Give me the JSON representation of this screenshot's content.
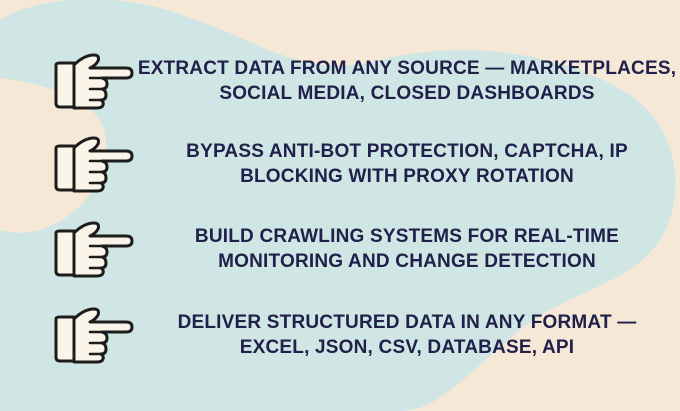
{
  "colors": {
    "background": "#f6e8d6",
    "blob": "#cfe6e4",
    "text": "#20204a",
    "hand_fill": "#fbf4e8",
    "hand_outline": "#1c1c1c"
  },
  "items": [
    {
      "line1": "EXTRACT DATA FROM ANY SOURCE — MARKETPLACES,",
      "line2": "SOCIAL MEDIA, CLOSED DASHBOARDS",
      "icon": "pointing-hand-icon"
    },
    {
      "line1": "BYPASS ANTI-BOT PROTECTION, CAPTCHA, IP",
      "line2": "BLOCKING WITH PROXY ROTATION",
      "icon": "pointing-hand-icon"
    },
    {
      "line1": "BUILD CRAWLING SYSTEMS FOR REAL-TIME",
      "line2": "MONITORING AND CHANGE DETECTION",
      "icon": "pointing-hand-icon"
    },
    {
      "line1": "DELIVER STRUCTURED DATA IN ANY FORMAT —",
      "line2": "EXCEL, JSON, CSV, DATABASE, API",
      "icon": "pointing-hand-icon"
    }
  ]
}
